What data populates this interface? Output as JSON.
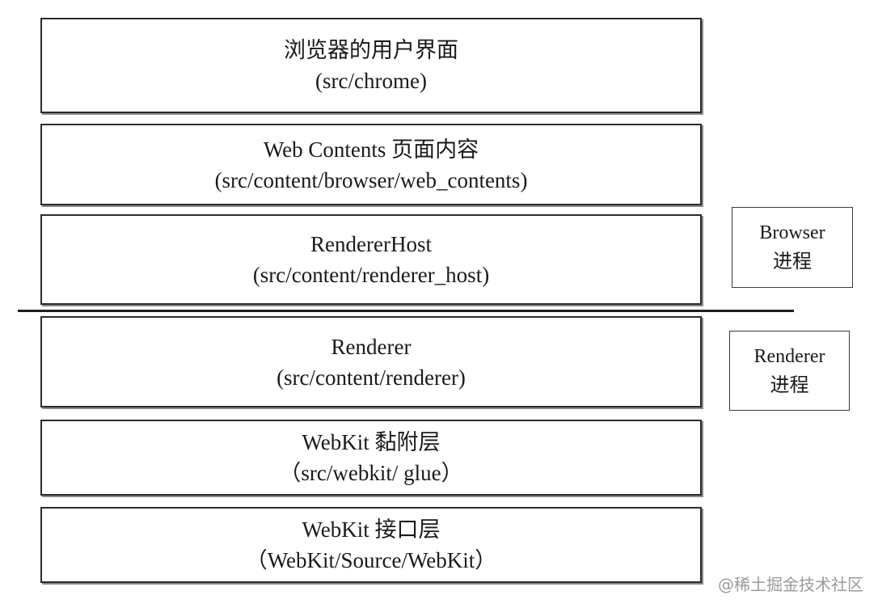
{
  "layers": [
    {
      "title": "浏览器的用户界面",
      "path": "(src/chrome)"
    },
    {
      "title": "Web Contents 页面内容",
      "path": "(src/content/browser/web_contents)"
    },
    {
      "title": "RendererHost",
      "path": "(src/content/renderer_host)"
    },
    {
      "title": "Renderer",
      "path": "(src/content/renderer)"
    },
    {
      "title": "WebKit 黏附层",
      "path": "（src/webkit/ glue）"
    },
    {
      "title": "WebKit 接口层",
      "path": "（WebKit/Source/WebKit）"
    }
  ],
  "processes": {
    "browser": {
      "line1": "Browser",
      "line2": "进程"
    },
    "renderer": {
      "line1": "Renderer",
      "line2": "进程"
    }
  },
  "watermark": "@稀土掘金技术社区"
}
